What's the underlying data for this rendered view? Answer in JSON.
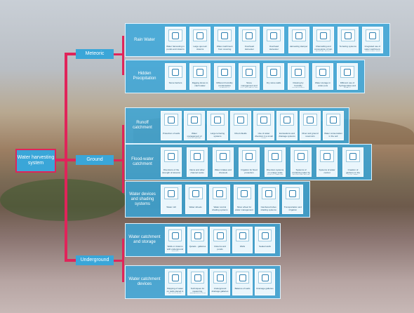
{
  "root": "Water harvesting system",
  "branches": [
    {
      "label": "Meteoric",
      "groups": [
        {
          "title": "Rain Water",
          "items": [
            "Water harvesting in ponds and cisterns",
            "Large open-air cisterns",
            "Water catchment from covering",
            "Overhead Harvester",
            "Overhead Harvester",
            "Harvesting Hamper",
            "Channelling and conveyance of rain along the slopes",
            "Terracing systems",
            "Integrated use of water catchment, harvesting and distribution"
          ]
        },
        {
          "title": "Hidden Precipitation",
          "items": [
            "Stone barriers",
            "Digging dunes to catch water",
            "Different humidity condensation techniques",
            "Stone management and use of surfaces for catchment",
            "Dry stone walls",
            "Drawing by humidity condensation",
            "Water storage in under pots",
            "Different use of hydrogenates and hidden precipitation"
          ]
        }
      ]
    },
    {
      "label": "Ground",
      "groups": [
        {
          "title": "Runoff catchment",
          "items": [
            "Protection of wells",
            "Water management of terraced fields",
            "Large terracing systems",
            "Dried shields",
            "Use of water diversion in a small scale",
            "Excavations and drainage systems",
            "River and ground reservoirs",
            "Water conservation in the soil"
          ]
        },
        {
          "title": "Flood-water catchment",
          "items": [
            "Diversions of the strength of streams",
            "Dams and other channel works",
            "Water intakes and channels",
            "Irrigation for flood protection",
            "Diversion systems on a large scale and use of floods",
            "Systems of containing water by cleaning the floods",
            "Systems of water control",
            "Creation of gardens on the route of the torrents"
          ]
        },
        {
          "title": "Water devices and shading systems",
          "items": [
            "Water mill",
            "Water wheels",
            "Water control shading systems",
            "Silver wheel for water management",
            "Cambered tubes shading systems",
            "Transportation and irrigation"
          ]
        }
      ]
    },
    {
      "label": "Underground",
      "groups": [
        {
          "title": "Water catchment and storage",
          "items": [
            "Wells or cisterns with underground cisterns",
            "Qanats - galleries",
            "Cisterns and ponds",
            "Wells",
            "Sealed wells"
          ]
        },
        {
          "title": "Water catchment devices",
          "items": [
            "Shipping of water on wells placed in the river beds",
            "Techniques for measuring, distributions and maintenance",
            "Underground drainage galleries",
            "Balance of wells",
            "Drainage galleries"
          ]
        }
      ]
    }
  ],
  "colors": {
    "connector": "#e0245a",
    "label": "#3aa6d8",
    "panel": "#3aa6d8"
  }
}
